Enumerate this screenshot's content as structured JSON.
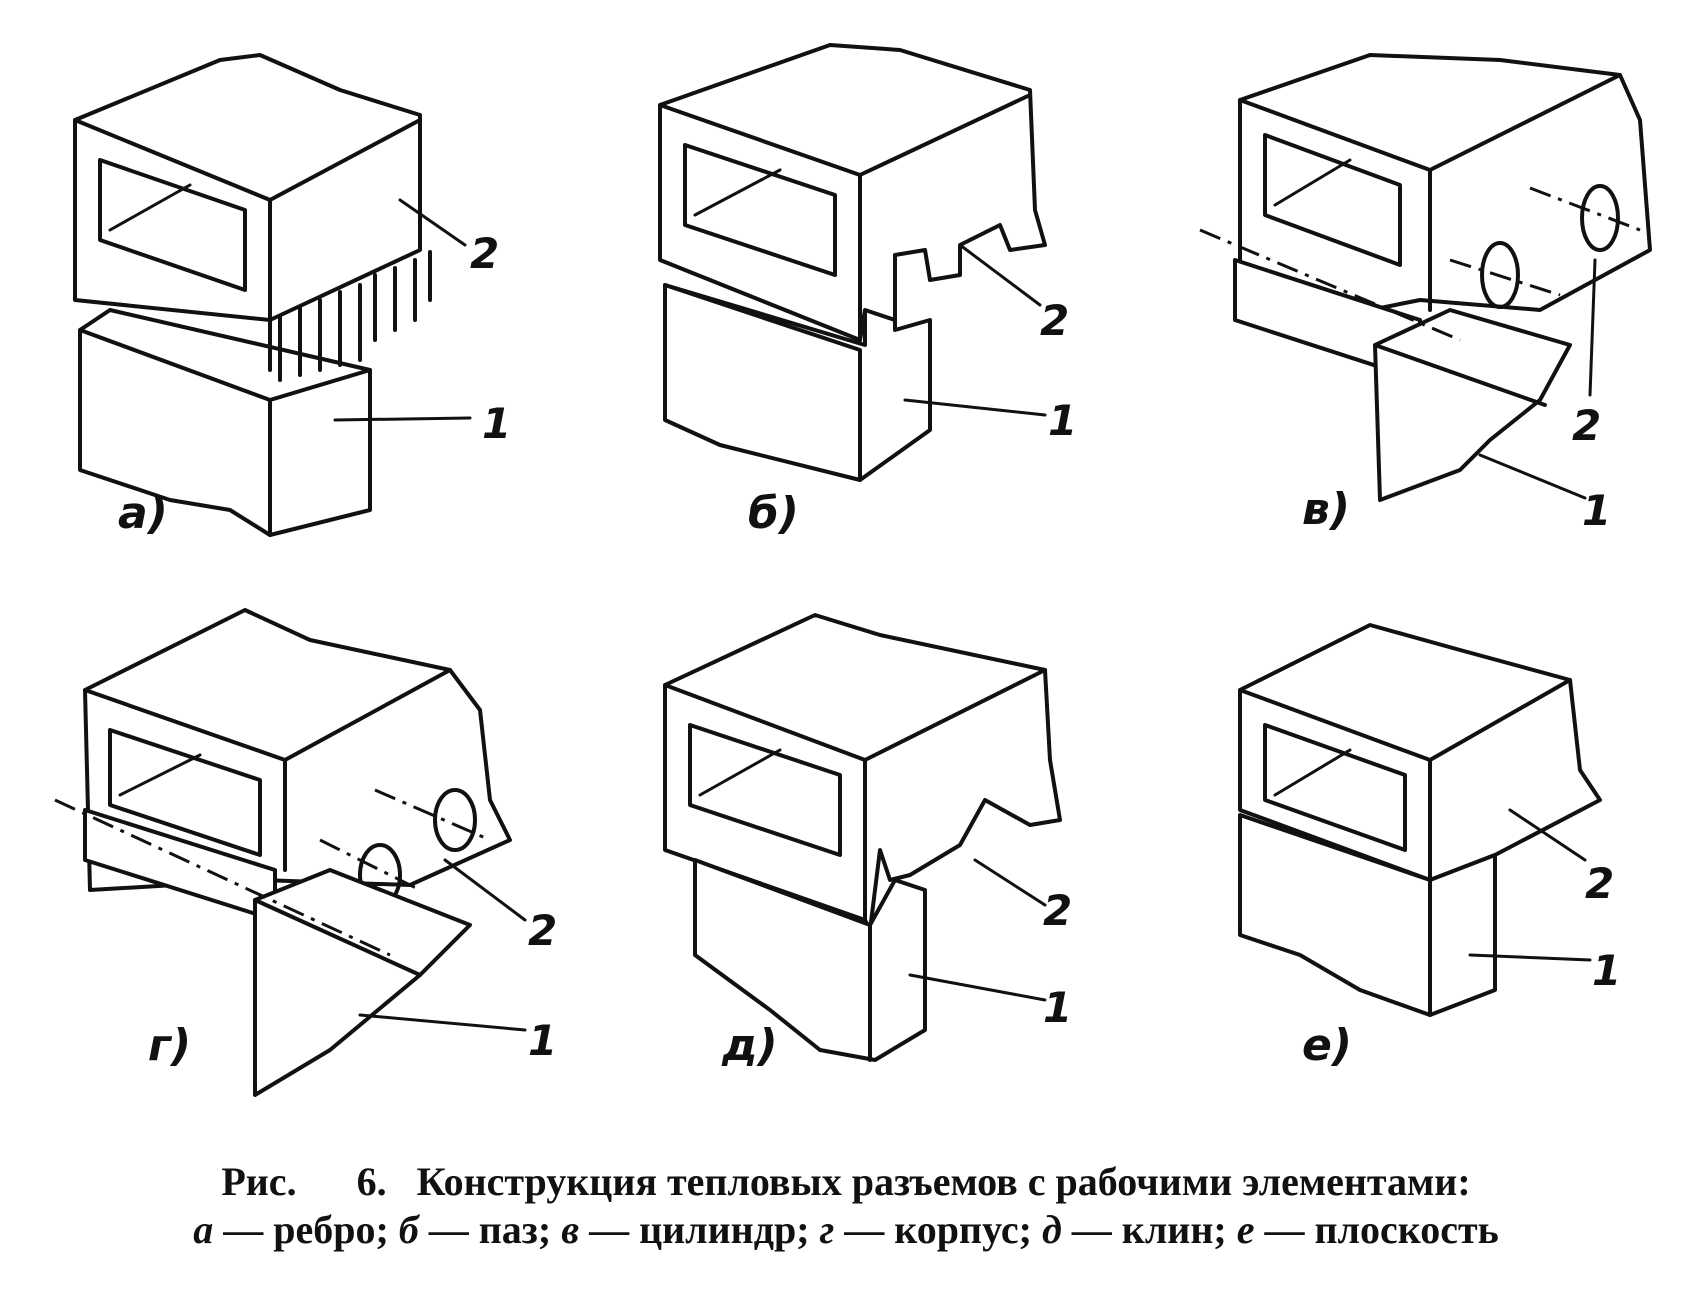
{
  "figure": {
    "panels": [
      {
        "id": "a",
        "label": "а)",
        "callouts": [
          "2",
          "1"
        ]
      },
      {
        "id": "b",
        "label": "б)",
        "callouts": [
          "2",
          "1"
        ]
      },
      {
        "id": "v",
        "label": "в)",
        "callouts": [
          "2",
          "1"
        ]
      },
      {
        "id": "g",
        "label": "г)",
        "callouts": [
          "2",
          "1"
        ]
      },
      {
        "id": "d",
        "label": "д)",
        "callouts": [
          "2",
          "1"
        ]
      },
      {
        "id": "e",
        "label": "е)",
        "callouts": [
          "2",
          "1"
        ]
      }
    ]
  },
  "caption": {
    "prefix": "Рис.",
    "number": "6.",
    "title": "Конструкция тепловых разъемов с рабочими элементами:",
    "items": [
      {
        "letter": "а",
        "text": " — ребро; "
      },
      {
        "letter": "б",
        "text": " — паз; "
      },
      {
        "letter": "в",
        "text": " — цилиндр; "
      },
      {
        "letter": "г",
        "text": " — корпус; "
      },
      {
        "letter": "д",
        "text": " — клин; "
      },
      {
        "letter": "е",
        "text": " — плоскость"
      }
    ]
  }
}
